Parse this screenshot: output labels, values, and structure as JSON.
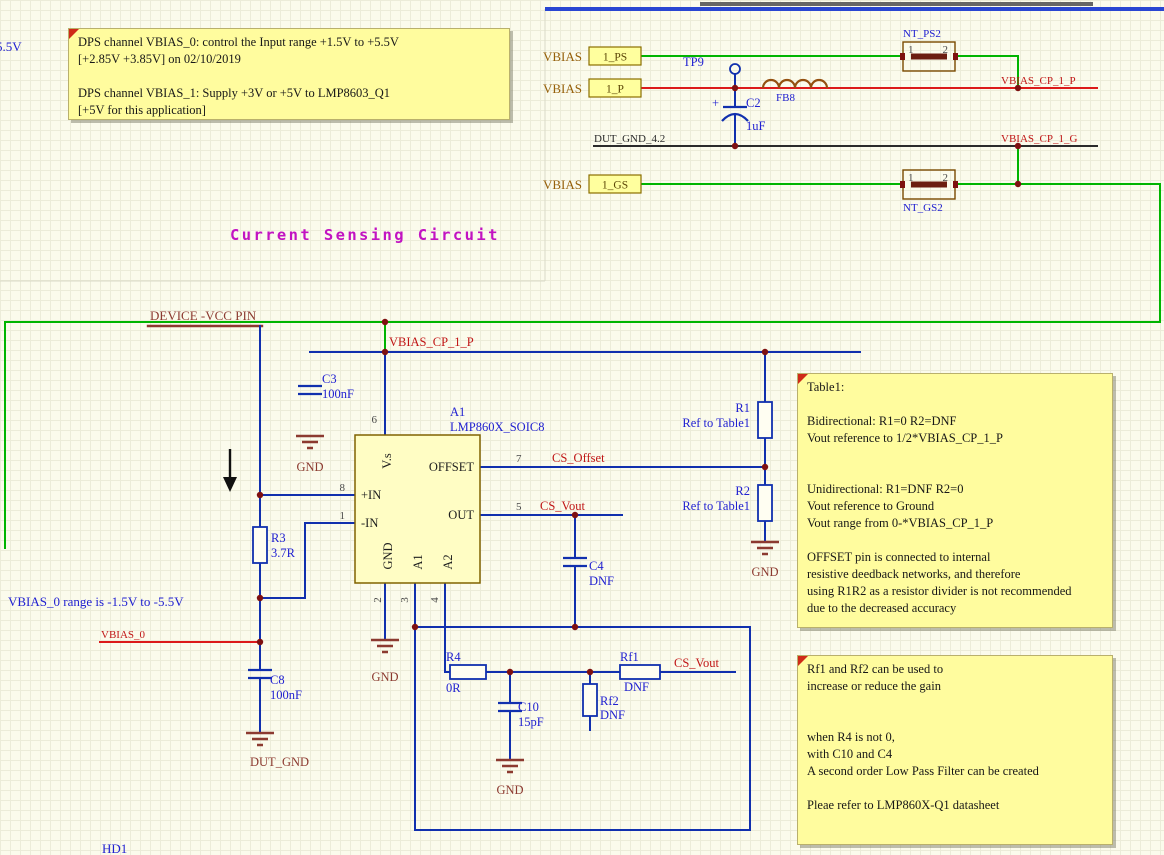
{
  "title": "Current Sensing Circuit",
  "side_texts": {
    "v55": "5.5V",
    "hd1": "HD1",
    "vbias0_range": "VBIAS_0 range is  -1.5V to -5.5V"
  },
  "ports": {
    "ps": {
      "prefix": "VBIAS",
      "name": "1_PS"
    },
    "p": {
      "prefix": "VBIAS",
      "name": "1_P"
    },
    "gs": {
      "prefix": "VBIAS",
      "name": "1_GS"
    }
  },
  "net_labels": {
    "cp1p_right": "VBIAS_CP_1_P",
    "cp1g_right": "VBIAS_CP_1_G",
    "dut_gnd_42": "DUT_GND_4.2",
    "cp1p_rail": "VBIAS_CP_1_P",
    "cs_offset": "CS_Offset",
    "cs_vout_out": "CS_Vout",
    "cs_vout_fb": "CS_Vout",
    "vbias_0": "VBIAS_0"
  },
  "power": {
    "device_vcc": "DEVICE -VCC PIN",
    "gnd": "GND",
    "dut_gnd": "DUT_GND"
  },
  "ic": {
    "designator": "A1",
    "part": "LMP860X_SOIC8",
    "pins": {
      "vs": {
        "num": "6",
        "name": "V.s"
      },
      "offset": {
        "num": "7",
        "name": "OFFSET"
      },
      "out": {
        "num": "5",
        "name": "OUT"
      },
      "in_p": {
        "num": "8",
        "name": "+IN"
      },
      "in_n": {
        "num": "1",
        "name": "-IN"
      },
      "gnd": {
        "num": "2",
        "name": "GND"
      },
      "a1": {
        "num": "3",
        "name": "A1"
      },
      "a2": {
        "num": "4",
        "name": "A2"
      }
    }
  },
  "components": {
    "c2": {
      "designator": "C2",
      "value": "1uF",
      "polarity": "+"
    },
    "c3": {
      "designator": "C3",
      "value": "100nF"
    },
    "c4": {
      "designator": "C4",
      "value": "DNF"
    },
    "c8": {
      "designator": "C8",
      "value": "100nF"
    },
    "c10": {
      "designator": "C10",
      "value": "15pF"
    },
    "r1": {
      "designator": "R1",
      "value": "Ref to Table1"
    },
    "r2": {
      "designator": "R2",
      "value": "Ref to Table1"
    },
    "r3": {
      "designator": "R3",
      "value": "3.7R"
    },
    "r4": {
      "designator": "R4",
      "value": "0R"
    },
    "rf1": {
      "designator": "Rf1",
      "value": "DNF"
    },
    "rf2": {
      "designator": "Rf2",
      "value": "DNF"
    },
    "fb8": {
      "designator": "FB8"
    },
    "tp9": {
      "designator": "TP9"
    },
    "nt_ps2": {
      "designator": "NT_PS2",
      "pin1": "1",
      "pin2": "2"
    },
    "nt_gs2": {
      "designator": "NT_GS2",
      "pin1": "1",
      "pin2": "2"
    }
  },
  "notes": {
    "dps": "DPS channel VBIAS_0: control the Input range +1.5V to +5.5V\n[+2.85V +3.85V] on 02/10/2019\n\nDPS channel VBIAS_1: Supply +3V or +5V to LMP8603_Q1\n[+5V for this application]",
    "table1": "Table1:\n\nBidirectional: R1=0  R2=DNF\nVout reference to 1/2*VBIAS_CP_1_P\n\n\nUnidirectional: R1=DNF R2=0\nVout reference to Ground\nVout range from 0-*VBIAS_CP_1_P\n\nOFFSET pin is connected to internal\nresistive deedback networks, and therefore\nusing R1R2 as a resistor divider is not recommended\ndue to the decreased accuracy",
    "gain": "Rf1 and Rf2 can be used to\nincrease or reduce the gain\n\n\nwhen R4 is not 0,\nwith C10 and C4\nA second order Low Pass Filter can be created\n\nPleae refer to LMP860X-Q1 datasheet"
  },
  "colors": {
    "wire-blue": "#1130ae",
    "wire-green": "#00b400",
    "wire-red": "#dc1a1a",
    "text-blue": "#2121d1",
    "label-red": "#c01616",
    "gnd-maroon": "#8c3a30",
    "port-brown": "#96600a",
    "title-magenta": "#c213c2",
    "note-bg": "#fffc9e",
    "note-border": "#b9b06c",
    "ic-fill": "#fffdc4",
    "ic-border": "#806200"
  }
}
